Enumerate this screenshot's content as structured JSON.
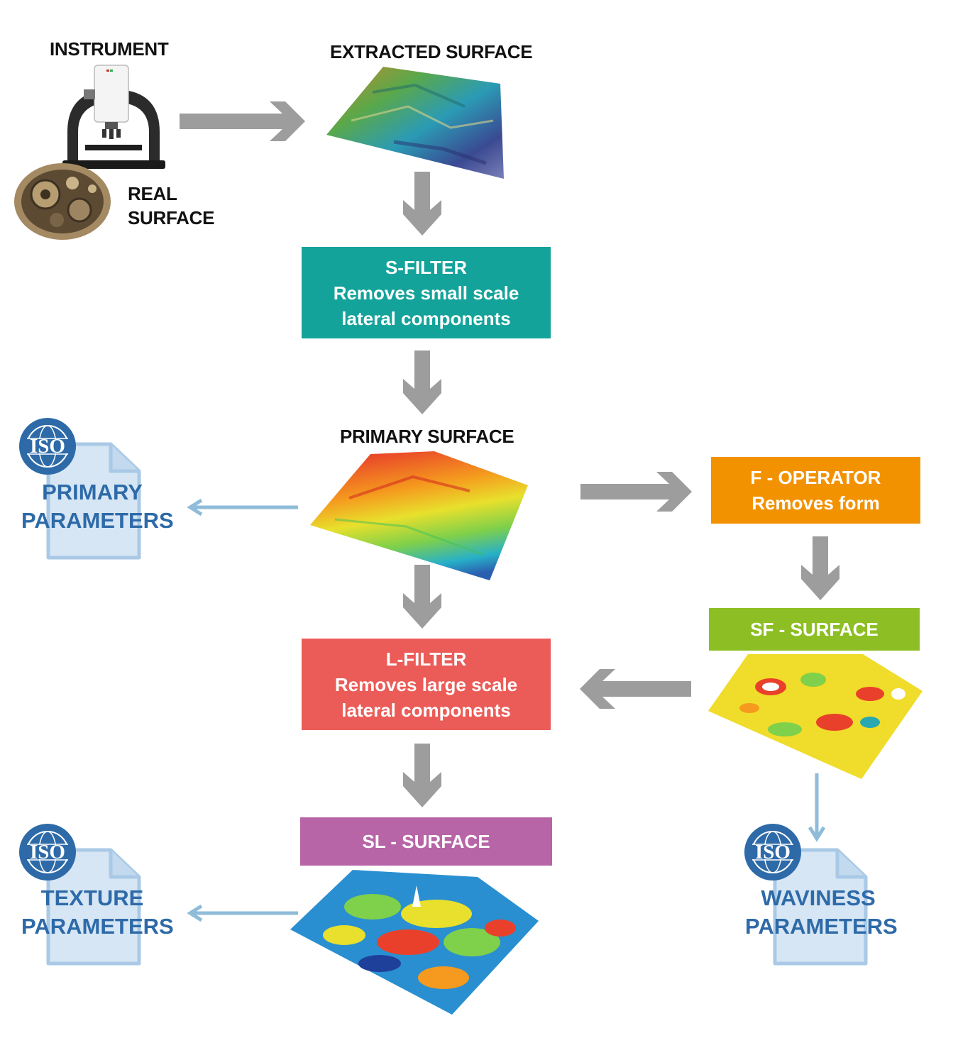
{
  "labels": {
    "instrument": "INSTRUMENT",
    "real_surface_line1": "REAL",
    "real_surface_line2": "SURFACE",
    "extracted_surface": "EXTRACTED SURFACE",
    "primary_surface": "PRIMARY SURFACE"
  },
  "boxes": {
    "s_filter": {
      "title": "S-FILTER",
      "line1": "Removes small scale",
      "line2": "lateral components",
      "color": "#14a39a"
    },
    "f_operator": {
      "title": "F - OPERATOR",
      "line1": "Removes form",
      "color": "#f39200"
    },
    "sf_surface": {
      "title": "SF - SURFACE",
      "color": "#8dbf24"
    },
    "l_filter": {
      "title": "L-FILTER",
      "line1": "Removes large scale",
      "line2": "lateral components",
      "color": "#eb5c58"
    },
    "sl_surface": {
      "title": "SL - SURFACE",
      "color": "#b765a7"
    }
  },
  "parameters": {
    "primary": {
      "badge": "ISO",
      "line1": "PRIMARY",
      "line2": "PARAMETERS"
    },
    "texture": {
      "badge": "ISO",
      "line1": "TEXTURE",
      "line2": "PARAMETERS"
    },
    "waviness": {
      "badge": "ISO",
      "line1": "WAVINESS",
      "line2": "PARAMETERS"
    }
  },
  "colors": {
    "flow_arrow": "#9d9d9d",
    "param_arrow": "#8fbcd9",
    "iso_badge": "#2e6aa8",
    "param_text": "#2e6aa8",
    "doc_icon": "#d6e6f4"
  }
}
